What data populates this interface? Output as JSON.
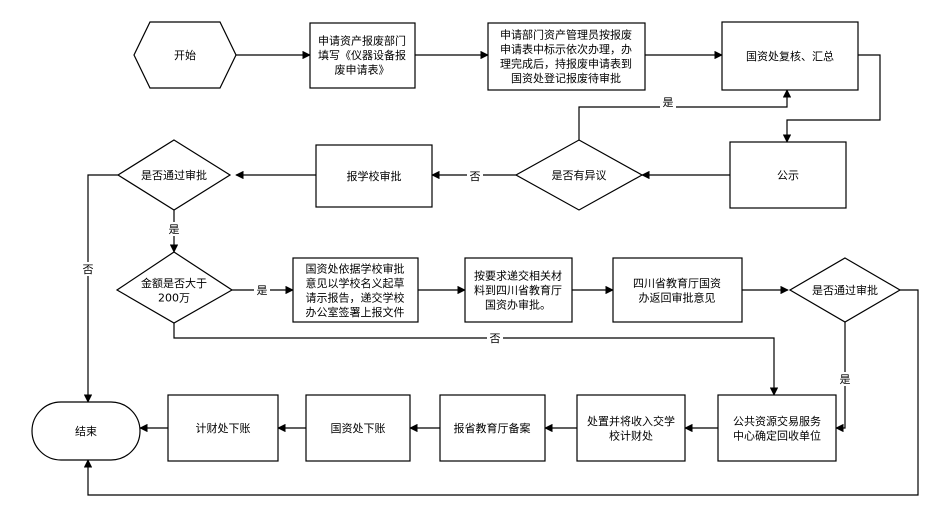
{
  "nodes": {
    "start": {
      "lines": [
        "开始"
      ]
    },
    "n1": {
      "lines": [
        "申请资产报废部门",
        "填写《仪器设备报",
        "废申请表》"
      ]
    },
    "n2": {
      "lines": [
        "申请部门资产管理员按报废",
        "申请表中标示依次办理，办",
        "理完成后，持报废申请表到",
        "国资处登记报废待审批"
      ]
    },
    "n3": {
      "lines": [
        "国资处复核、汇总"
      ]
    },
    "n4": {
      "lines": [
        "公示"
      ]
    },
    "d1": {
      "lines": [
        "是否有异议"
      ]
    },
    "n5": {
      "lines": [
        "报学校审批"
      ]
    },
    "d2": {
      "lines": [
        "是否通过审批"
      ]
    },
    "d3": {
      "lines": [
        "金额是否大于",
        "200万"
      ]
    },
    "n6": {
      "lines": [
        "国资处依据学校审批",
        "意见以学校名义起草",
        "请示报告，递交学校",
        "办公室签署上报文件"
      ]
    },
    "n7": {
      "lines": [
        "按要求递交相关材",
        "料到四川省教育厅",
        "国资办审批。"
      ]
    },
    "n8": {
      "lines": [
        "四川省教育厅国资",
        "办返回审批意见"
      ]
    },
    "d4": {
      "lines": [
        "是否通过审批"
      ]
    },
    "n9": {
      "lines": [
        "公共资源交易服务",
        "中心确定回收单位"
      ]
    },
    "n10": {
      "lines": [
        "处置并将收入交学",
        "校计财处"
      ]
    },
    "n11": {
      "lines": [
        "报省教育厅备案"
      ]
    },
    "n12": {
      "lines": [
        "国资处下账"
      ]
    },
    "n13": {
      "lines": [
        "计财处下账"
      ]
    },
    "end": {
      "lines": [
        "结束"
      ]
    }
  },
  "edge_labels": {
    "yes_top": "是",
    "no_mid": "否",
    "yes_d2": "是",
    "no_left": "否",
    "yes_d3": "是",
    "no_d3": "否",
    "yes_d4": "是"
  },
  "colors": {
    "stroke": "#000000",
    "fill": "#ffffff",
    "background": "#ffffff"
  }
}
